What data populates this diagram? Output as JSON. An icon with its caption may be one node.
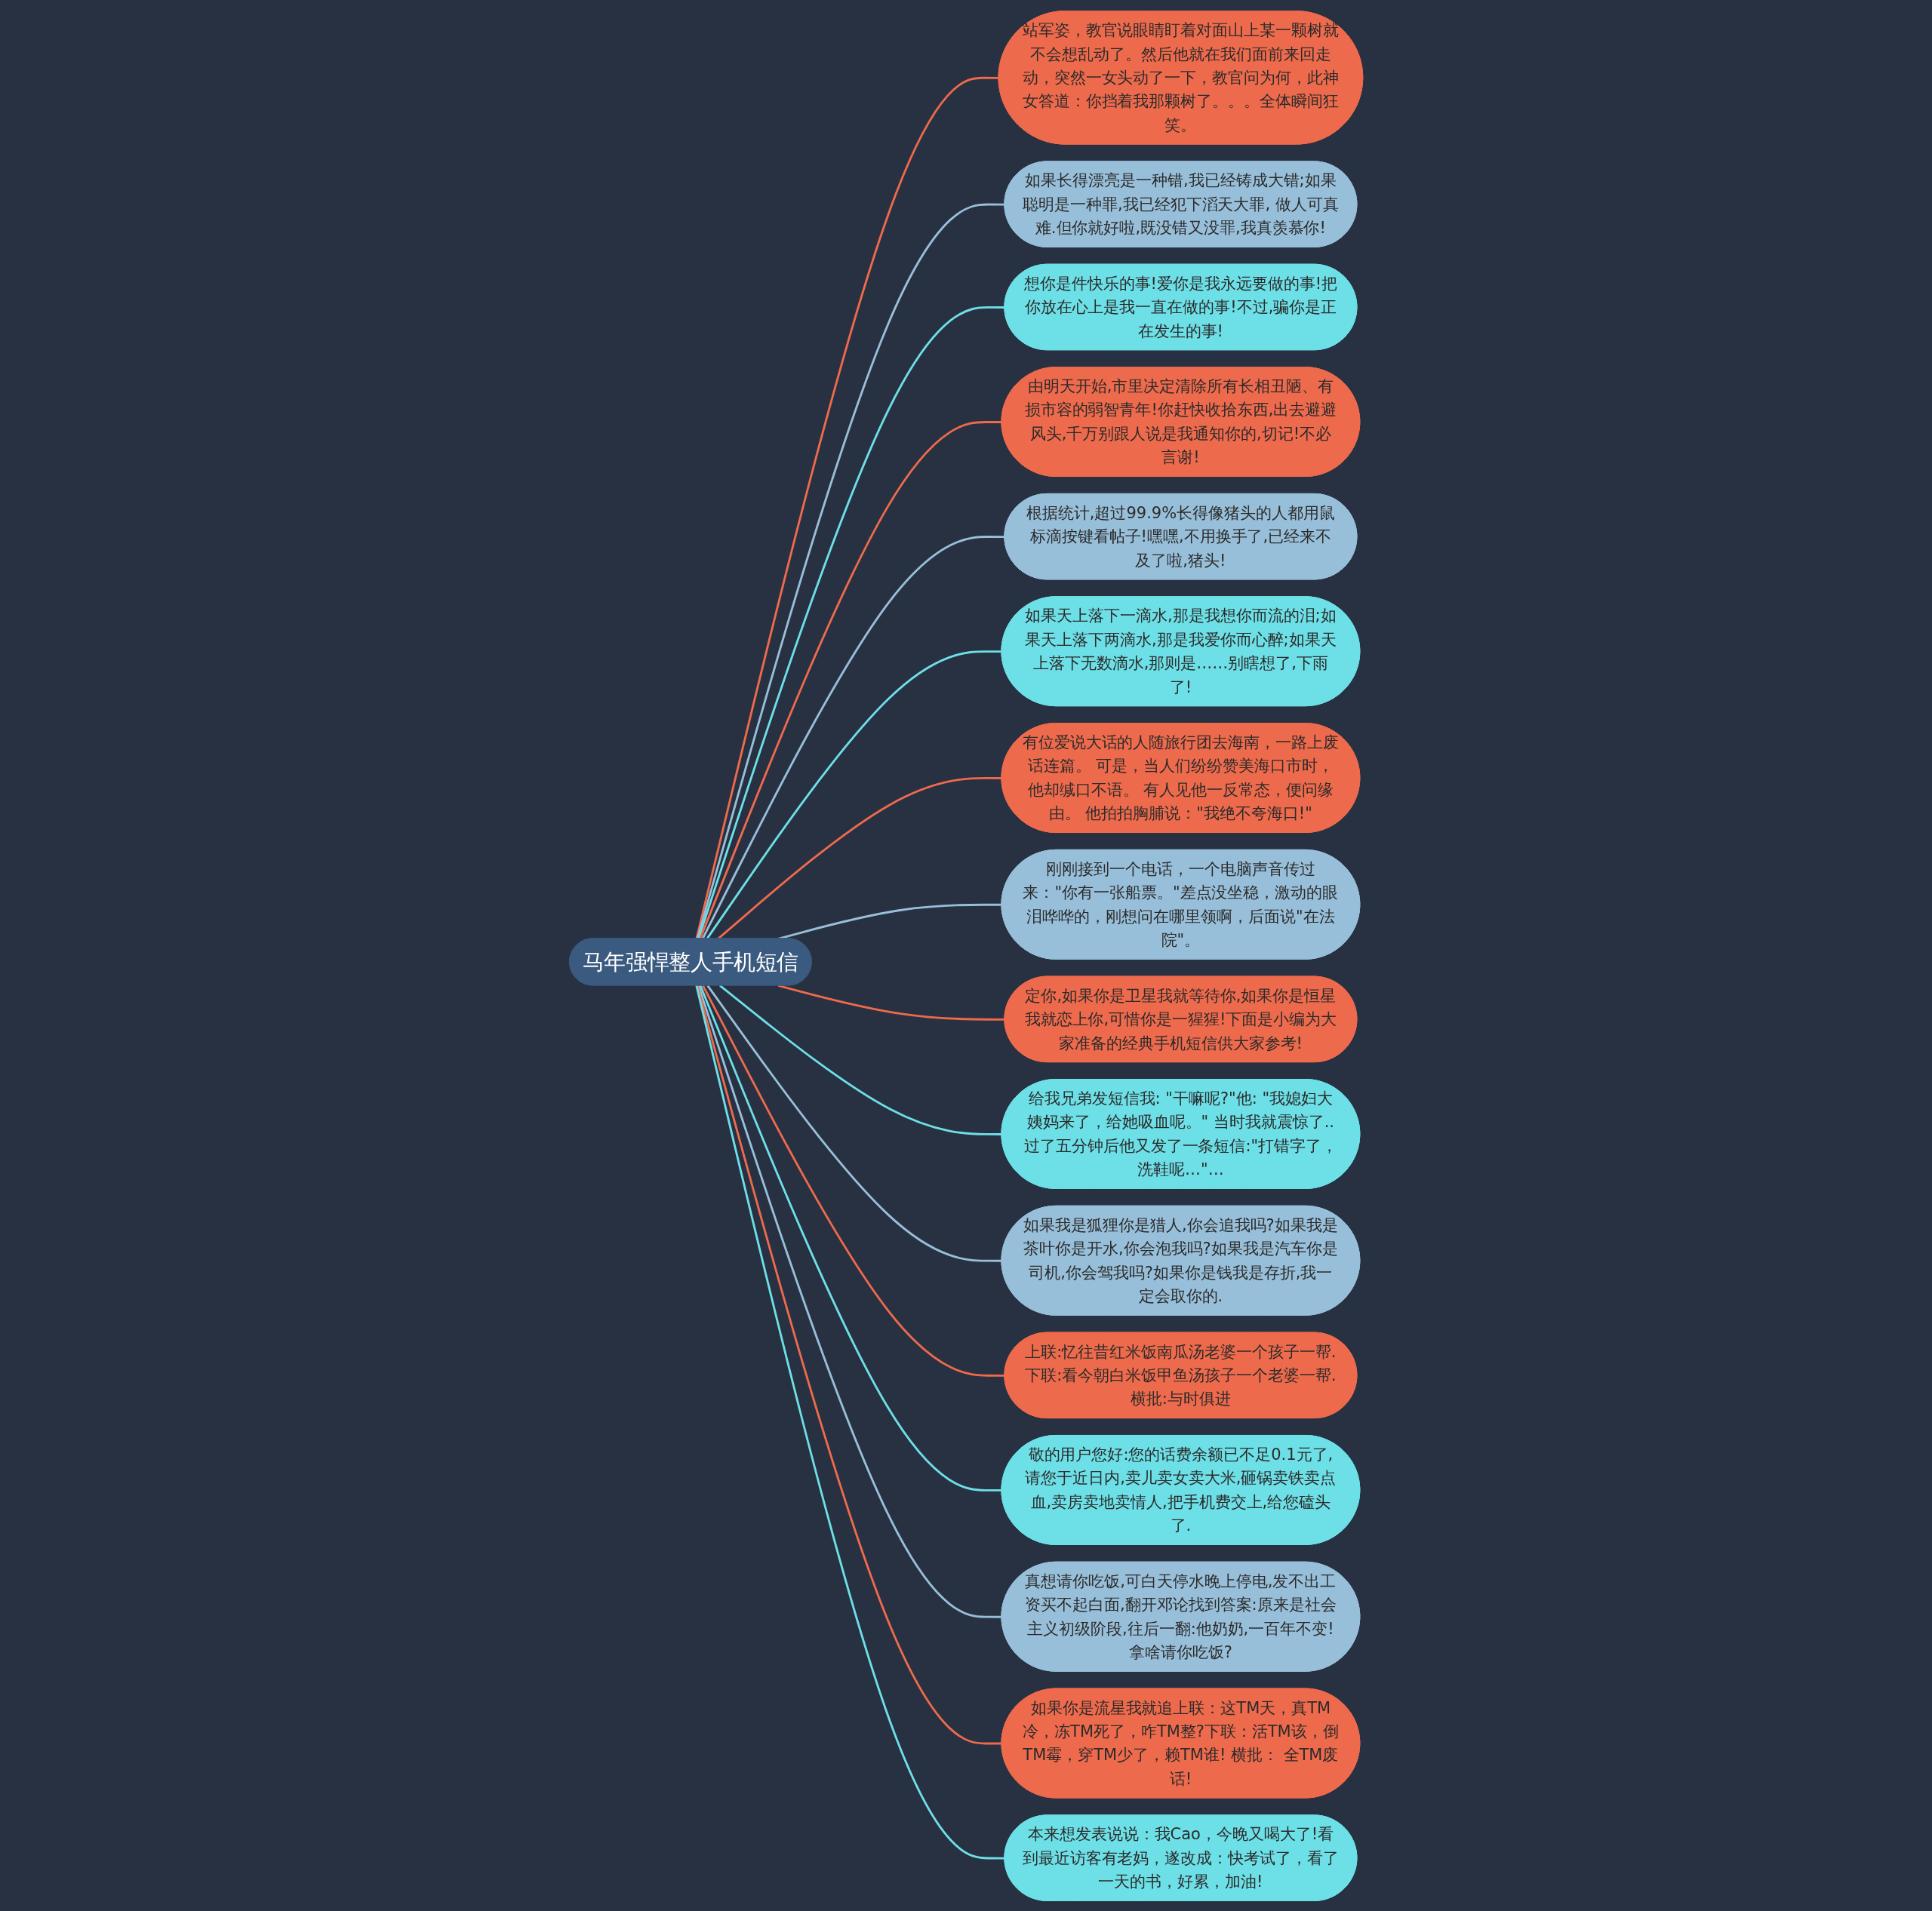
{
  "diagram": {
    "nodes": [
      {
        "text": [
          "马年强悍整人手机短信"
        ]
      },
      {
        "text": [
          "站军姿，教官说眼睛盯着对面山上某一颗树就不会想乱动了。然后他就在我们面前来回走动，突然一女头动了一下，教官问为何，此神女答道：你挡着我那颗树了。。。全体瞬间狂笑。"
        ]
      },
      {
        "text": [
          "如果长得漂亮是一种错,我已经铸成大错;如果聪明是一种罪,我已经犯下滔天大罪, 做人可真难.但你就好啦,既没错又没罪,我真羡慕你!"
        ]
      },
      {
        "text": [
          "想你是件快乐的事!爱你是我永远要做的事!把你放在心上是我一直在做的事!不过,骗你是正在发生的事!"
        ]
      },
      {
        "text": [
          "由明天开始,市里决定清除所有长相丑陋、有损市容的弱智青年!你赶快收拾东西,出去避避风头,千万别跟人说是我通知你的,切记!不必言谢!"
        ]
      },
      {
        "text": [
          "根据统计,超过99.9%长得像猪头的人都用鼠标滴按键看帖子!嘿嘿,不用换手了,已经来不及了啦,猪头!"
        ]
      },
      {
        "text": [
          "如果天上落下一滴水,那是我想你而流的泪;如果天上落下两滴水,那是我爱你而心醉;如果天上落下无数滴水,那则是……别瞎想了,下雨了!"
        ]
      },
      {
        "text": [
          "有位爱说大话的人随旅行团去海南，一路上废话连篇。 可是，当人们纷纷赞美海口市时，他却缄口不语。 有人见他一反常态，便问缘由。 他拍拍胸脯说：\"我绝不夸海口!\""
        ]
      },
      {
        "text": [
          "刚刚接到一个电话，一个电脑声音传过来：\"你有一张船票。\"差点没坐稳，激动的眼泪哗哗的，刚想问在哪里领啊，后面说\"在法院\"。"
        ]
      },
      {
        "text": [
          "定你,如果你是卫星我就等待你,如果你是恒星我就恋上你,可惜你是一猩猩!下面是小编为大家准备的经典手机短信供大家参考!"
        ]
      },
      {
        "text": [
          "给我兄弟发短信我: \"干嘛呢?\"他: \"我媳妇大姨妈来了，给她吸血呢。\" 当时我就震惊了..过了五分钟后他又发了一条短信:\"打错字了，洗鞋呢…\"…"
        ]
      },
      {
        "text": [
          "如果我是狐狸你是猎人,你会追我吗?如果我是茶叶你是开水,你会泡我吗?如果我是汽车你是司机,你会驾我吗?如果你是钱我是存折,我一定会取你的."
        ]
      },
      {
        "text": [
          "上联:忆往昔红米饭南瓜汤老婆一个孩子一帮.下联:看今朝白米饭甲鱼汤孩子一个老婆一帮.横批:与时俱进"
        ]
      },
      {
        "text": [
          "敬的用户您好:您的话费余额已不足0.1元了,请您于近日内,卖儿卖女卖大米,砸锅卖铁卖点血,卖房卖地卖情人,把手机费交上,给您磕头了."
        ]
      },
      {
        "text": [
          "真想请你吃饭,可白天停水晚上停电,发不出工资买不起白面,翻开邓论找到答案:原来是社会主义初级阶段,往后一翻:他奶奶,一百年不变!拿啥请你吃饭?"
        ]
      },
      {
        "text": [
          "如果你是流星我就追上联：这TM天，真TM冷，冻TM死了，咋TM整?下联：活TM该，倒TM霉，穿TM少了，赖TM谁! 横批： 全TM废话!"
        ]
      },
      {
        "text": [
          "本来想发表说说：我Cao，今晚又喝大了!看到最近访客有老妈，遂改成：快考试了，看了一天的书，好累，加油!"
        ]
      }
    ],
    "edges": [
      {
        "from": 0,
        "to": 1,
        "arrow": "none",
        "color": "#ee6a4c"
      },
      {
        "from": 0,
        "to": 2,
        "arrow": "none",
        "color": "#98bfd9"
      },
      {
        "from": 0,
        "to": 3,
        "arrow": "none",
        "color": "#6ddfe6"
      },
      {
        "from": 0,
        "to": 4,
        "arrow": "none",
        "color": "#ee6a4c"
      },
      {
        "from": 0,
        "to": 5,
        "arrow": "none",
        "color": "#98bfd9"
      },
      {
        "from": 0,
        "to": 6,
        "arrow": "none",
        "color": "#6ddfe6"
      },
      {
        "from": 0,
        "to": 7,
        "arrow": "none",
        "color": "#ee6a4c"
      },
      {
        "from": 0,
        "to": 8,
        "arrow": "none",
        "color": "#98bfd9"
      },
      {
        "from": 0,
        "to": 9,
        "arrow": "none",
        "color": "#ee6a4c"
      },
      {
        "from": 0,
        "to": 10,
        "arrow": "none",
        "color": "#6ddfe6"
      },
      {
        "from": 0,
        "to": 11,
        "arrow": "none",
        "color": "#98bfd9"
      },
      {
        "from": 0,
        "to": 12,
        "arrow": "none",
        "color": "#ee6a4c"
      },
      {
        "from": 0,
        "to": 13,
        "arrow": "none",
        "color": "#6ddfe6"
      },
      {
        "from": 0,
        "to": 14,
        "arrow": "none",
        "color": "#98bfd9"
      },
      {
        "from": 0,
        "to": 15,
        "arrow": "none",
        "color": "#ee6a4c"
      },
      {
        "from": 0,
        "to": 16,
        "arrow": "none",
        "color": "#6ddfe6"
      }
    ]
  }
}
